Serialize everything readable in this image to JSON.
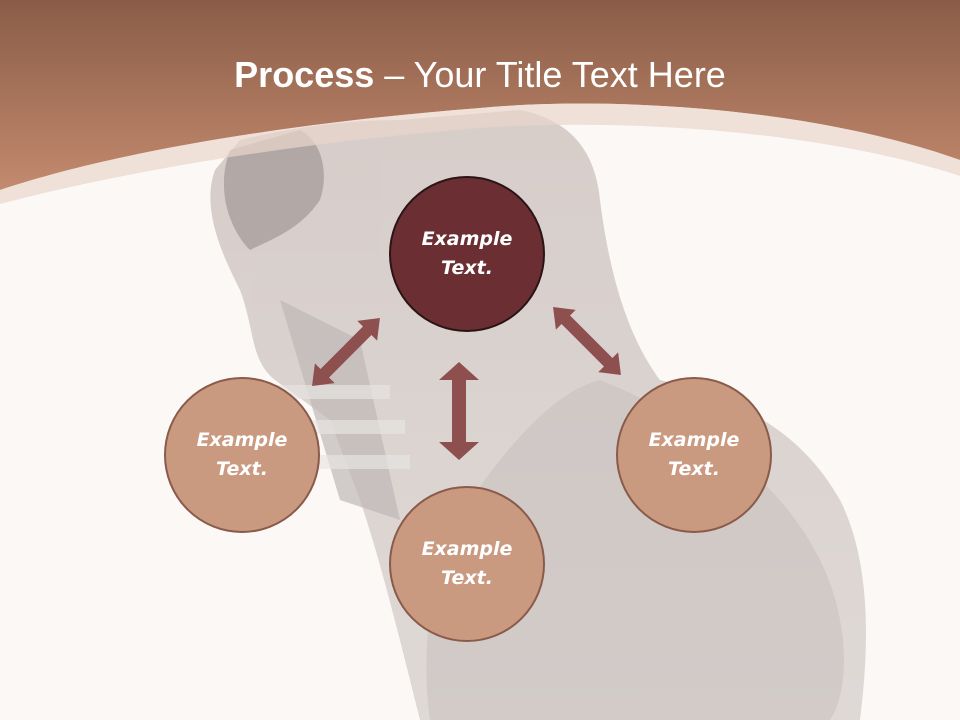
{
  "slide": {
    "title_bold": "Process",
    "title_rest": " – Your Title Text Here"
  },
  "diagram": {
    "center": {
      "label": "Example\nText."
    },
    "left": {
      "label": "Example\nText."
    },
    "right": {
      "label": "Example\nText."
    },
    "bottom": {
      "label": "Example\nText."
    }
  },
  "colors": {
    "header": "#b98068",
    "center_fill": "#6b2f33",
    "node_fill": "#c99a80",
    "arrow": "#8e4f4f",
    "background": "#fbf8f5"
  }
}
